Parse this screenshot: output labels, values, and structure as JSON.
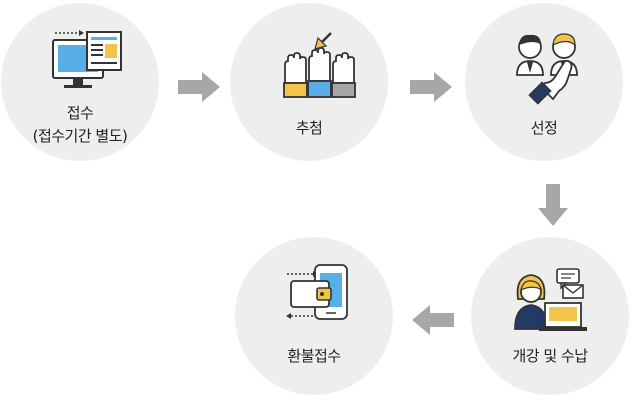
{
  "steps": [
    {
      "id": "receive",
      "label": "접수",
      "sublabel": "(접수기간 별도)"
    },
    {
      "id": "lottery",
      "label": "추첨"
    },
    {
      "id": "select",
      "label": "선정"
    },
    {
      "id": "open",
      "label": "개강 및 수납"
    },
    {
      "id": "refund",
      "label": "환불접수"
    }
  ],
  "colors": {
    "circle": "#eeeeee",
    "arrow": "#a7a7a7",
    "blue": "#5aaee8",
    "yellow": "#f3c44a",
    "navy": "#233a66",
    "outline": "#333333"
  }
}
